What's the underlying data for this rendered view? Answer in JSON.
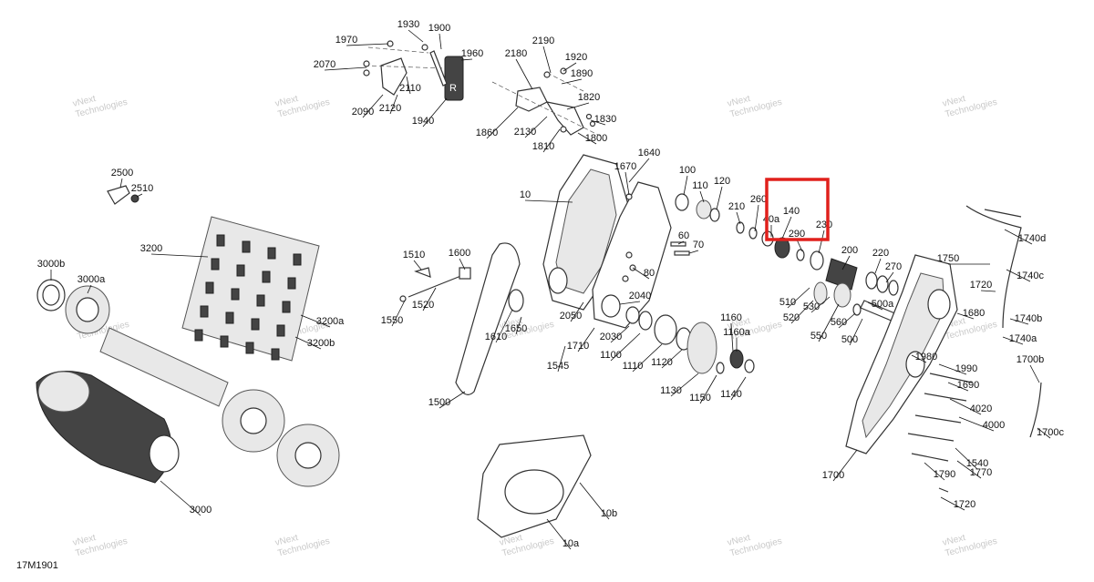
{
  "figure_id": "17M1901",
  "watermark": [
    "vNext",
    "Technologies"
  ],
  "highlight_color": "#e0201c",
  "callouts": [
    "1930",
    "1900",
    "1970",
    "1960",
    "2070",
    "2110",
    "2090",
    "2120",
    "1940",
    "2180",
    "2190",
    "1920",
    "1890",
    "1820",
    "1830",
    "1860",
    "2130",
    "1810",
    "1800",
    "1640",
    "1670",
    "10",
    "100",
    "110",
    "120",
    "210",
    "260",
    "140",
    "40a",
    "290",
    "230",
    "200",
    "220",
    "270",
    "1740d",
    "1750",
    "1740c",
    "1720",
    "2500",
    "2510",
    "3200",
    "1510",
    "1600",
    "60",
    "70",
    "80",
    "1520",
    "1550",
    "2040",
    "510",
    "520",
    "530",
    "550",
    "560",
    "500a",
    "500",
    "1680",
    "1740b",
    "1740a",
    "3000b",
    "3000a",
    "3200a",
    "3200b",
    "2050",
    "1650",
    "1610",
    "1710",
    "2030",
    "1100",
    "1110",
    "1120",
    "1160",
    "1160a",
    "1980",
    "1990",
    "1700b",
    "1545",
    "1500",
    "1130",
    "1150",
    "1140",
    "1690",
    "4020",
    "4000",
    "1700c",
    "1540",
    "1770",
    "1790",
    "1700",
    "3000",
    "10b",
    "10a",
    "1720"
  ]
}
